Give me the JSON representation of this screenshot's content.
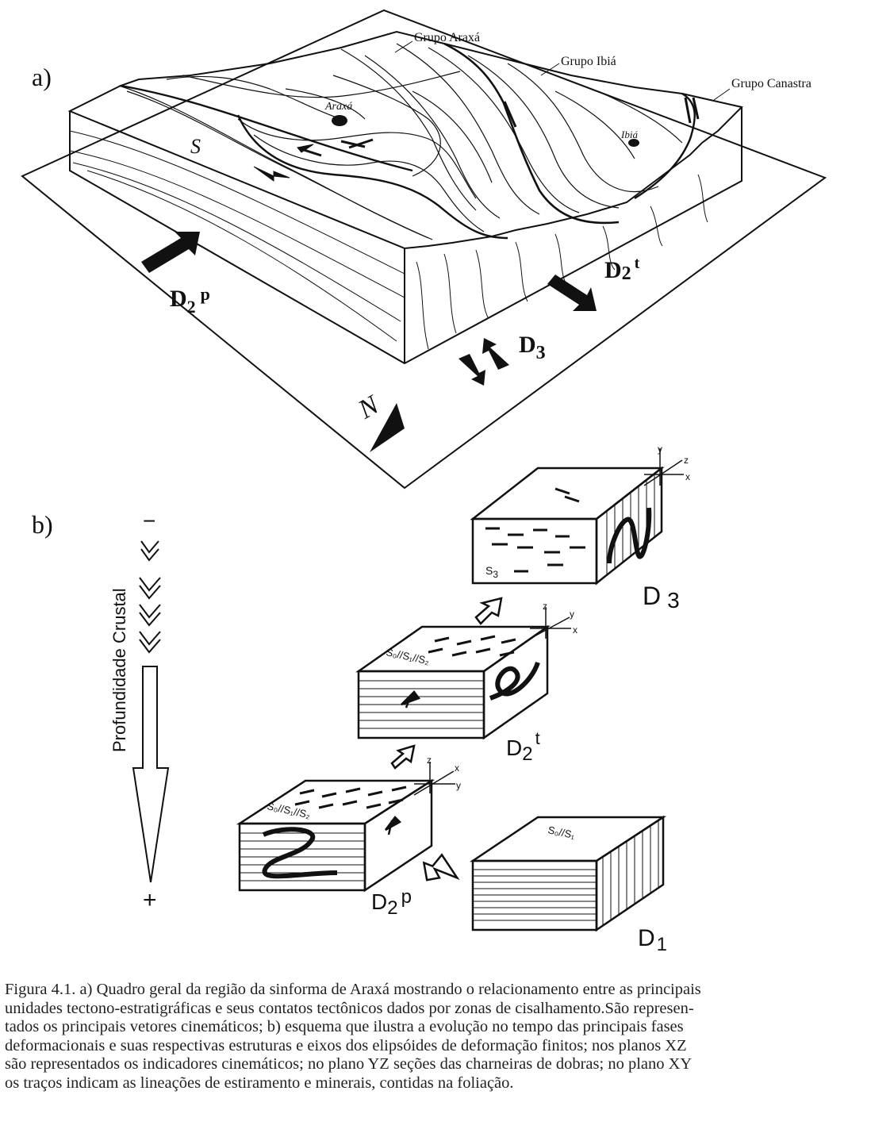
{
  "panel_a": {
    "label": "a)",
    "groups": [
      "Grupo Araxá",
      "Grupo Ibiá",
      "Grupo Canastra"
    ],
    "towns": [
      "Araxá",
      "Ibiá"
    ],
    "foliation": "S",
    "vectors": {
      "d2p": {
        "main": "D",
        "sub": "2",
        "sup": "p"
      },
      "d2t": {
        "main": "D",
        "sub": "2",
        "sup": "t"
      },
      "d3": {
        "main": "D",
        "sub": "3"
      }
    },
    "north": "N"
  },
  "panel_b": {
    "label": "b)",
    "axis_title": "Profundidade Crustal",
    "axis_minus": "−",
    "axis_plus": "+",
    "blocks": {
      "d3": {
        "main": "D",
        "sub": "3",
        "face_label": "S",
        "face_sub": "3",
        "axes": [
          "y",
          "z",
          "x"
        ]
      },
      "d2t": {
        "main": "D",
        "sub": "2",
        "sup": "t",
        "face_label": "S₀//S₁//S₂",
        "axes": [
          "z",
          "y",
          "x"
        ]
      },
      "d2p": {
        "main": "D",
        "sub": "2",
        "sup": "p",
        "face_label": "S₀//S₁//S₂",
        "axes": [
          "z",
          "x",
          "y"
        ]
      },
      "d1": {
        "main": "D",
        "sub": "1",
        "face_label": "S₀//S₁"
      }
    }
  },
  "caption": {
    "lines": [
      "Figura 4.1. a) Quadro geral da região da sinforma de Araxá mostrando o relacionamento entre as principais",
      "unidades tectono-estratigráficas e seus contatos tectônicos dados por zonas de cisalhamento.São represen-",
      "tados os principais vetores cinemáticos; b) esquema que ilustra a evolução no tempo das principais fases",
      "deformacionais e suas respectivas estruturas e eixos dos elipsóides de deformação finitos; nos planos XZ",
      "são representados os indicadores cinemáticos; no  plano YZ seções das charneiras de dobras; no plano XY",
      "os traços indicam as lineações de estiramento e minerais, contidas na foliação."
    ]
  }
}
